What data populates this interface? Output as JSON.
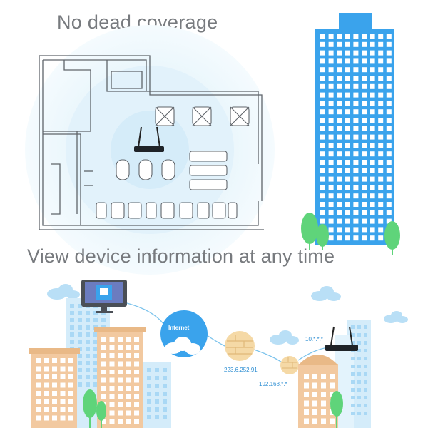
{
  "sections": {
    "coverage_heading": "No dead coverage",
    "device_heading": "View device information at any time"
  },
  "network": {
    "internet_label": "Internet",
    "public_ip": "223.6.252.91",
    "lan_ip": "192.168.*.*",
    "router_ip": "10.*.*.*"
  },
  "colors": {
    "heading_text": "#777a7e",
    "building_blue": "#3aa3ec",
    "window_white": "#ffffff",
    "coverage_glow": "#e6f4fb",
    "tree_green": "#5fd47a",
    "cloud_blue": "#b9dff6",
    "label_blue": "#2f8fd3",
    "tan_building": "#f2c9a0"
  }
}
